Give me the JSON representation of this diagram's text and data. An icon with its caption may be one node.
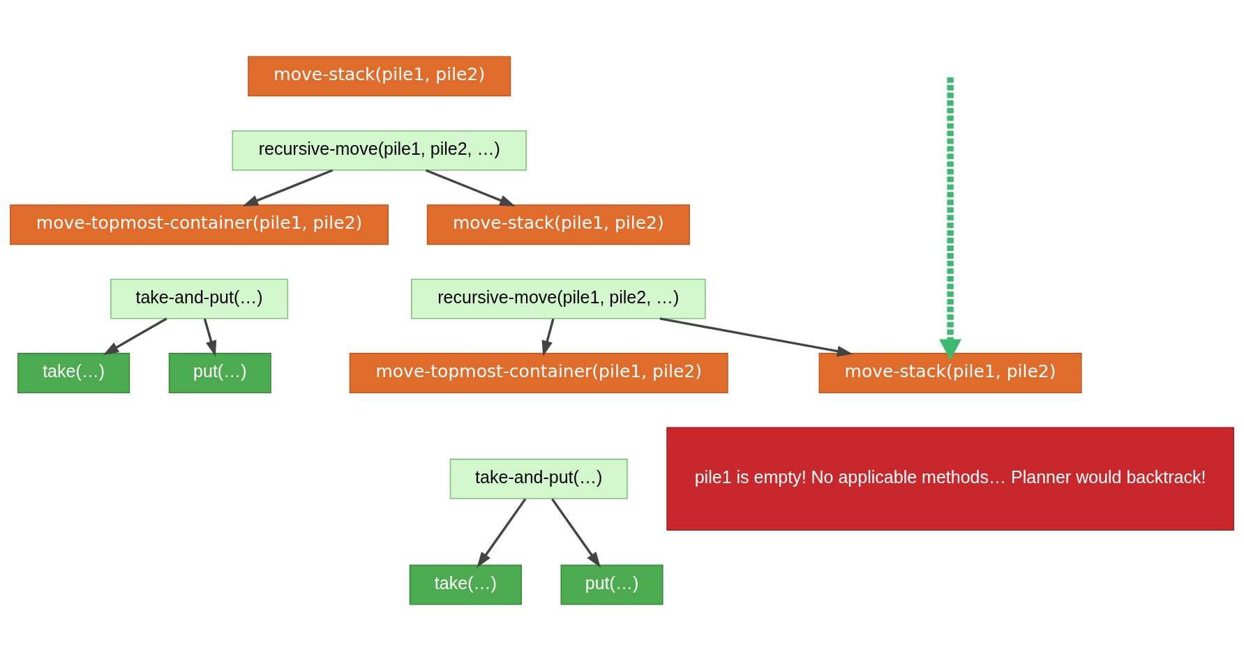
{
  "diagram": {
    "nodes": [
      {
        "text": [
          "move-stack(pile1, pile2)"
        ]
      },
      {
        "text": [
          "recursive-move(pile1, pile2, …)"
        ]
      },
      {
        "text": [
          "move-topmost-container(pile1, pile2)"
        ]
      },
      {
        "text": [
          "take-and-put(…)"
        ]
      },
      {
        "text": [
          "move-stack(pile1, pile2)"
        ]
      },
      {
        "text": [
          "recursive-move(pile1, pile2, …)"
        ]
      },
      {
        "text": [
          "take(…)"
        ]
      },
      {
        "text": [
          "put(…)"
        ]
      },
      {
        "text": [
          "move-topmost-container(pile1, pile2)"
        ]
      },
      {
        "text": [
          "take-and-put(…)"
        ]
      },
      {
        "text": [
          "take(…)"
        ]
      },
      {
        "text": [
          "put(…)"
        ]
      },
      {
        "text": [
          "move-stack(pile1, pile2)"
        ]
      },
      {
        "text": [
          "pile1 is empty! No applicable methods… Planner would backtrack!"
        ]
      }
    ],
    "edges": [
      {
        "from": 1,
        "to": 2,
        "arrow": "to"
      },
      {
        "from": 1,
        "to": 4,
        "arrow": "to"
      },
      {
        "from": 3,
        "to": 6,
        "arrow": "to"
      },
      {
        "from": 3,
        "to": 7,
        "arrow": "to"
      },
      {
        "from": 5,
        "to": 8,
        "arrow": "to"
      },
      {
        "from": 5,
        "to": 12,
        "arrow": "to"
      },
      {
        "from": 9,
        "to": 10,
        "arrow": "to"
      },
      {
        "from": 9,
        "to": 11,
        "arrow": "to"
      },
      {
        "from": null,
        "to": 12,
        "arrow": "to",
        "style": "dashed",
        "color": "#3dba6f"
      }
    ]
  }
}
